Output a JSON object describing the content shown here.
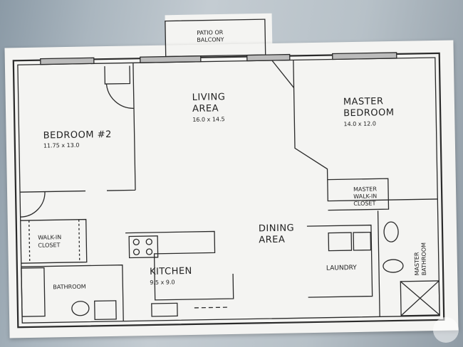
{
  "rooms": {
    "patio": "PATIO OR",
    "patio2": "BALCONY",
    "living": "LIVING",
    "living2": "AREA",
    "living_dim": "16.0 x 14.5",
    "master": "MASTER",
    "master2": "BEDROOM",
    "master_dim": "14.0 x 12.0",
    "bedroom2": "BEDROOM #2",
    "bedroom2_dim": "11.75 x 13.0",
    "walkin": "WALK-IN",
    "walkin2": "CLOSET",
    "master_walkin": "MASTER",
    "master_walkin2": "WALK-IN",
    "master_walkin3": "CLOSET",
    "dining": "DINING",
    "dining2": "AREA",
    "kitchen": "KITCHEN",
    "kitchen_dim": "9.5 x 9.0",
    "laundry": "LAUNDRY",
    "bathroom": "BATHROOM",
    "master_bath": "MASTER",
    "master_bath2": "BATHROOM"
  },
  "colors": {
    "line": "#2a2a2a",
    "paper": "#f4f4f2"
  }
}
